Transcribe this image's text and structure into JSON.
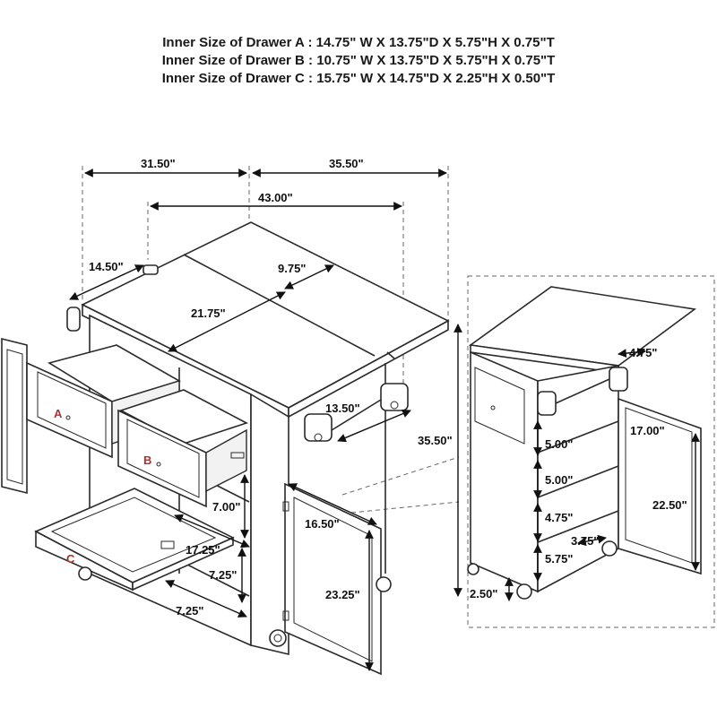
{
  "specs": [
    "Inner Size of Drawer A : 14.75\" W X 13.75\"D X 5.75\"H X 0.75\"T",
    "Inner Size of Drawer B : 10.75\" W X 13.75\"D X 5.75\"H X 0.75\"T",
    "Inner Size of Drawer C : 15.75\" W X 14.75\"D X 2.25\"H X 0.50\"T"
  ],
  "drawer_labels": {
    "a": "A",
    "b": "B",
    "c": "C"
  },
  "dims": {
    "d1": "31.50\"",
    "d2": "35.50\"",
    "d3": "43.00\"",
    "d4": "14.50\"",
    "d5": "9.75\"",
    "d6": "21.75\"",
    "d7": "13.50\"",
    "d8": "35.50\"",
    "d9": "7.00\"",
    "d10": "16.50\"",
    "d11": "17.25\"",
    "d12": "7.25\"",
    "d13": "7.25\"",
    "d14": "23.25\"",
    "r1": "4.75\"",
    "r2": "17.00\"",
    "r3": "5.00\"",
    "r4": "5.00\"",
    "r5": "22.50\"",
    "r6": "4.75\"",
    "r7": "3.75\"",
    "r8": "5.75\"",
    "r9": "2.50\""
  }
}
